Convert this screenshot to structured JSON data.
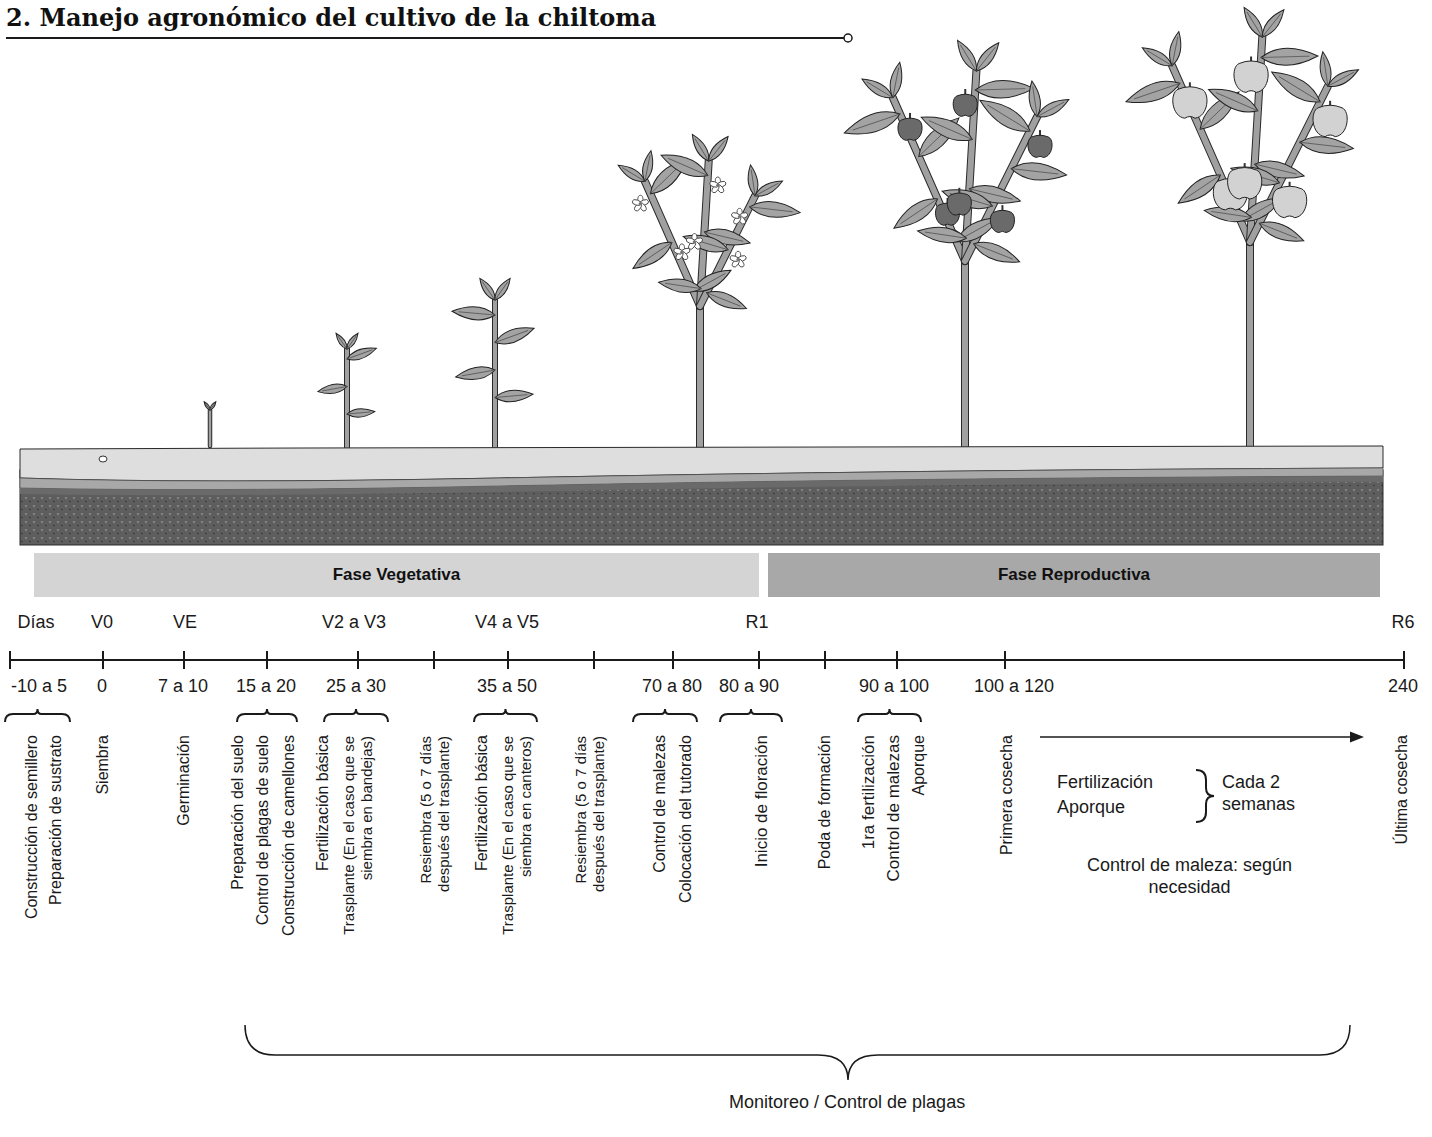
{
  "diagram": {
    "title": "2. Manejo agronómico del cultivo de la chiltoma",
    "nodes": [
      {
        "text": [
          "Fase Vegetativa"
        ]
      },
      {
        "text": [
          "Fase Reproductiva"
        ]
      }
    ],
    "labels": [
      "Días",
      "V0",
      "VE",
      "V2 a V3",
      "V4 a V5",
      "R1",
      "R6",
      "-10 a 5",
      "0",
      "7 a 10",
      "15 a 20",
      "25 a 30",
      "35 a 50",
      "70 a 80",
      "80 a 90",
      "90 a 100",
      "100 a 120",
      "240",
      "Construcción de semillero",
      "Preparación de sustrato",
      "Siembra",
      "Germinación",
      "Preparación del suelo",
      "Control de plagas de suelo",
      "Construcción de camellones",
      "Fertilización básica",
      "Trasplante (En el caso que se siembra en bandejas)",
      "Resiembra (5 o 7 días después del trasplante)",
      "Fertilización básica",
      "Trasplante (En el caso que se siembra en canteros)",
      "Resiembra (5 o 7 días después del trasplante)",
      "Control de malezas",
      "Colocación del tutorado",
      "Inicio de floración",
      "Poda de formación",
      "1ra fertilización",
      "Control de malezas",
      "Aporque",
      "Primera cosecha",
      "Fertilización",
      "Aporque",
      "Cada 2 semanas",
      "Control de maleza: según necesidad",
      "Última cosecha",
      "Monitoreo / Control de plagas"
    ]
  }
}
